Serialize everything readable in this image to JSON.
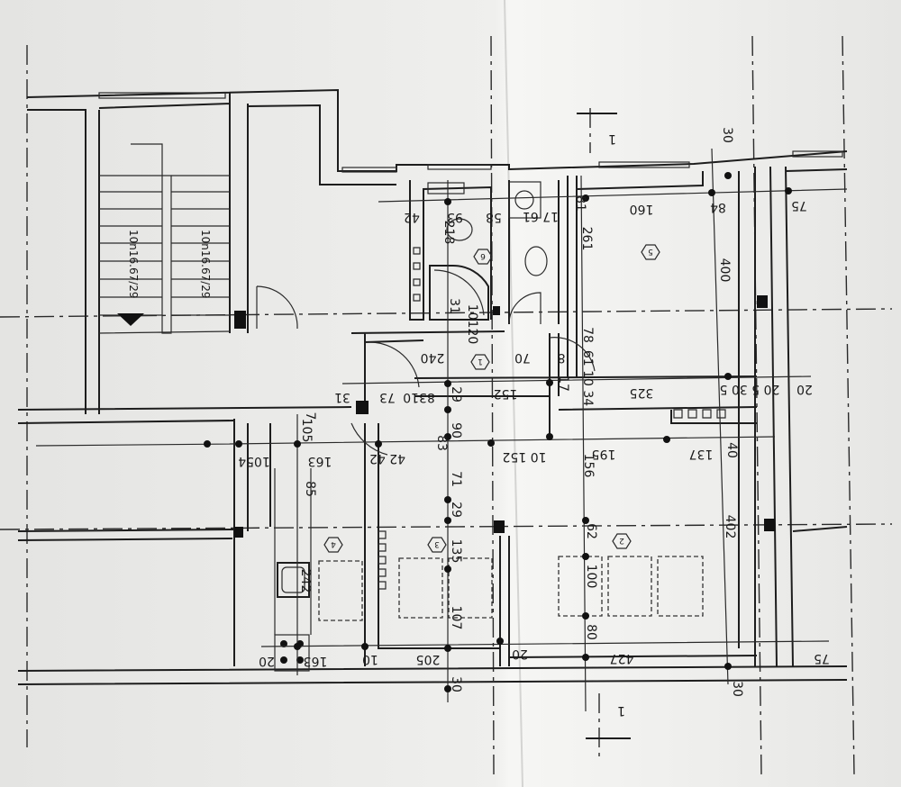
{
  "drawing": {
    "type": "architectural floor plan",
    "paper_color": "#ebebea",
    "line_color": "#1d1d1d",
    "section_marker": "1",
    "stair_labels": [
      "10n16.67/29",
      "10n16.67/29"
    ],
    "room_numbers": [
      "1",
      "2",
      "3",
      "4",
      "5",
      "6"
    ],
    "dimensions": [
      "30",
      "75",
      "84",
      "160",
      "81",
      "17 61",
      "58",
      "93",
      "42",
      "218",
      "261",
      "400",
      "31",
      "10120",
      "240",
      "70",
      "8",
      "78",
      "31",
      "73",
      "8310",
      "29",
      "152",
      "17",
      "61 10 34",
      "325",
      "20 5 30 5",
      "20",
      "7",
      "105",
      "1054",
      "163",
      "42 42",
      "83",
      "90",
      "10 152",
      "195",
      "137",
      "40",
      "156",
      "85",
      "71",
      "29",
      "62",
      "135",
      "402",
      "100",
      "242",
      "107",
      "80",
      "20",
      "427",
      "75",
      "20",
      "163",
      "10",
      "205",
      "30",
      "30"
    ]
  }
}
